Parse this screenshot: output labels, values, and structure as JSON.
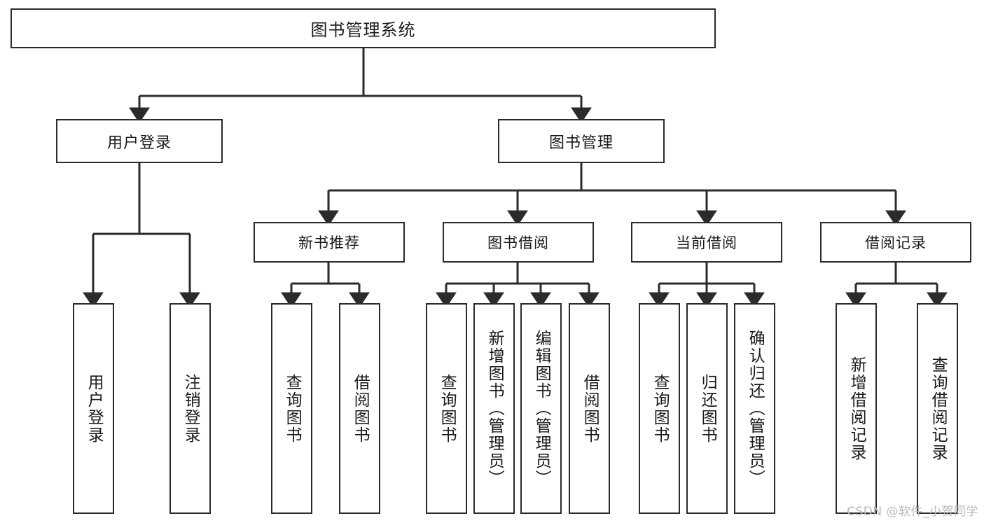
{
  "diagram": {
    "title": "图书管理系统",
    "type": "tree-hierarchy",
    "watermark": "CSDN @软件_小贺同学",
    "colors": {
      "box_border": "#2b2b2b",
      "box_fill": "#ffffff",
      "edge": "#2b2b2b",
      "text": "#1a1a1a",
      "watermark": "#b9b9b9",
      "background": "#ffffff"
    },
    "root": {
      "label": "图书管理系统"
    },
    "level2": [
      {
        "label": "用户登录"
      },
      {
        "label": "图书管理"
      }
    ],
    "level3": [
      {
        "label": "新书推荐"
      },
      {
        "label": "图书借阅"
      },
      {
        "label": "当前借阅"
      },
      {
        "label": "借阅记录"
      }
    ],
    "leaves": {
      "user_login": [
        {
          "label": "用户登录"
        },
        {
          "label": "注销登录"
        }
      ],
      "new_book_recommend": [
        {
          "label": "查询图书"
        },
        {
          "label": "借阅图书"
        }
      ],
      "book_borrow": [
        {
          "label": "查询图书"
        },
        {
          "label": "新增图书（管理员）"
        },
        {
          "label": "编辑图书（管理员）"
        },
        {
          "label": "借阅图书"
        }
      ],
      "current_borrow": [
        {
          "label": "查询图书"
        },
        {
          "label": "归还图书"
        },
        {
          "label": "确认归还（管理员）"
        }
      ],
      "borrow_records": [
        {
          "label": "新增借阅记录"
        },
        {
          "label": "查询借阅记录"
        }
      ]
    }
  }
}
